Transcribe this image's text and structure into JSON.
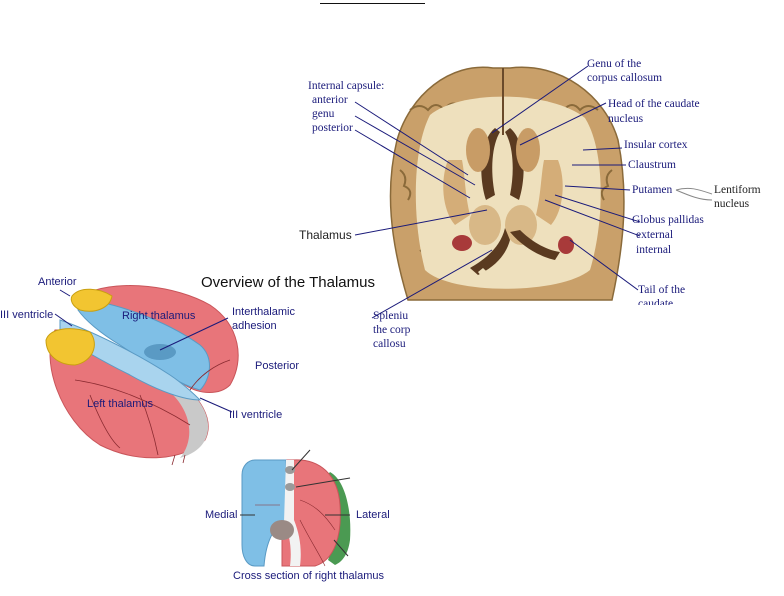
{
  "title": "Overview of the Thalamus",
  "axial_section": {
    "labels": {
      "internal_capsule": "Internal capsule:",
      "anterior": "anterior",
      "genu": "genu",
      "posterior": "posterior",
      "genu_corpus_1": "Genu of the",
      "genu_corpus_2": "corpus callosum",
      "head_caudate_1": "Head of the caudate",
      "head_caudate_2": "nucleus",
      "insular_cortex": "Insular cortex",
      "claustrum": "Claustrum",
      "putamen": "Putamen",
      "lentiform_1": "Lentiform",
      "lentiform_2": "nucleus",
      "globus_pallidus": "Globus pallidas",
      "external": "external",
      "internal": "internal",
      "thalamus": "Thalamus",
      "tail_caudate_1": "Tail of the",
      "tail_caudate_2": "caudate",
      "splenium_1": "Spleniu",
      "splenium_2": "the corp",
      "splenium_3": "callosu"
    }
  },
  "thalamus_3d": {
    "labels": {
      "anterior": "Anterior",
      "iii_ventricle_left": "III ventricle",
      "right_thalamus": "Right thalamus",
      "interthalamic_1": "Interthalamic",
      "interthalamic_2": "adhesion",
      "posterior": "Posterior",
      "left_thalamus": "Left thalamus",
      "iii_ventricle_right": "III ventricle"
    }
  },
  "cross_section": {
    "labels": {
      "medial": "Medial",
      "lateral": "Lateral",
      "caption": "Cross section of  right thalamus"
    }
  },
  "colors": {
    "label_blue": "#1a1a7a",
    "thalamus_red": "#e8757a",
    "medial_blue": "#7fbfe6",
    "anterior_yellow": "#f2c531",
    "lateral_green": "#4b9a52"
  }
}
